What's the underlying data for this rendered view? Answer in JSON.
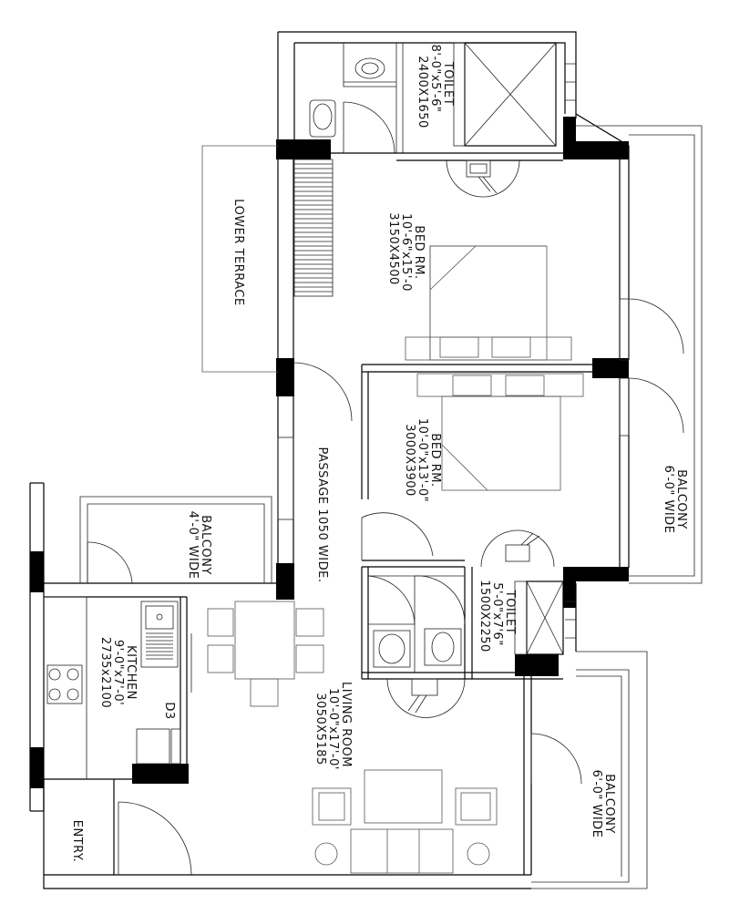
{
  "rooms": {
    "toilet_top": {
      "name": "TOILET",
      "dims_imperial": "8'-0\"x5'-6\"",
      "dims_metric": "2400X1650"
    },
    "lower_terrace": {
      "name": "LOWER TERRACE"
    },
    "bed_room_1": {
      "name": "BED RM.",
      "dims_imperial": "10'-6\"x15'-0",
      "dims_metric": "3150X4500"
    },
    "bed_room_2": {
      "name": "BED RM.",
      "dims_imperial": "10'-0\"x13'-0\"",
      "dims_metric": "3000X3900"
    },
    "passage": {
      "name": "PASSAGE 1050 WIDE."
    },
    "balcony_right": {
      "name": "BALCONY",
      "width": "6'-0\" WIDE"
    },
    "balcony_left": {
      "name": "BALCONY",
      "width": "4'-0\" WIDE"
    },
    "toilet_mid": {
      "name": "TOILET",
      "dims_imperial": "5'-0\"x7'6\"",
      "dims_metric": "1500X2250"
    },
    "kitchen": {
      "name": "KITCHEN",
      "dims_imperial": "9'-0\"x7'-0'",
      "dims_metric": "2735x2100"
    },
    "door_tag": {
      "name": "D3"
    },
    "living_room": {
      "name": "LIVING ROOM",
      "dims_imperial": "10'-0\"x17'-0'",
      "dims_metric": "3050X5185"
    },
    "balcony_bottom": {
      "name": "BALCONY",
      "width": "6'-0\" WIDE"
    },
    "entry": {
      "name": "ENTRY."
    }
  }
}
